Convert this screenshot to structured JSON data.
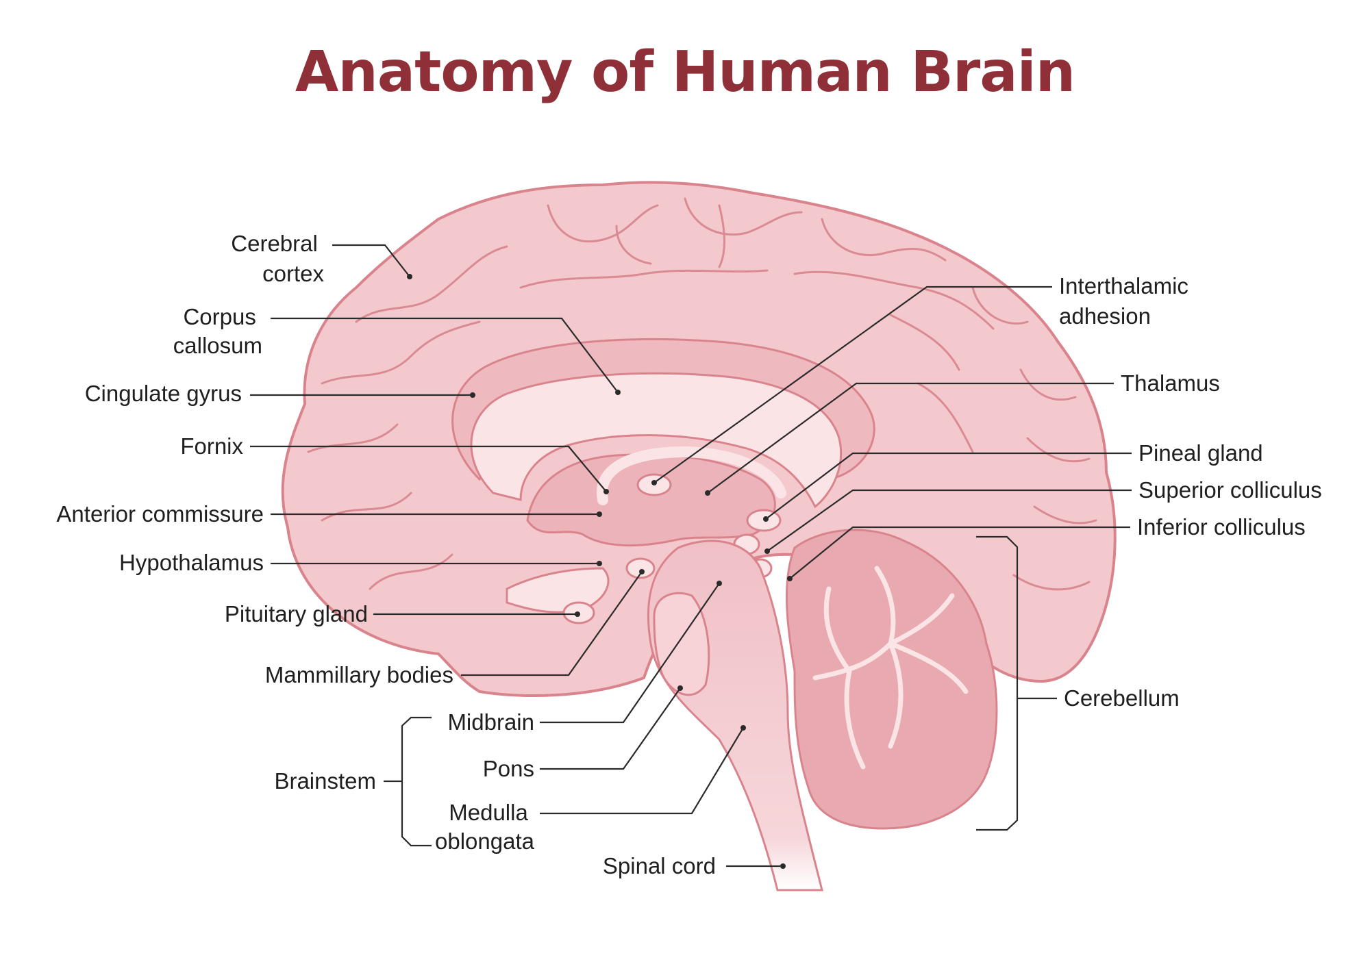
{
  "title": "Anatomy of Human Brain",
  "colors": {
    "title": "#8f3039",
    "brain_fill": "#f3c9cd",
    "brain_outline": "#d9848d",
    "pale": "#fbe4e6",
    "deep": "#e8a9b0"
  },
  "labels": {
    "cerebral_cortex": [
      "Cerebral",
      "cortex"
    ],
    "corpus_callosum": [
      "Corpus",
      "callosum"
    ],
    "cingulate_gyrus": "Cingulate gyrus",
    "fornix": "Fornix",
    "anterior_commissure": "Anterior commissure",
    "hypothalamus": "Hypothalamus",
    "pituitary_gland": "Pituitary gland",
    "mammillary_bodies": "Mammillary bodies",
    "brainstem": "Brainstem",
    "midbrain": "Midbrain",
    "pons": "Pons",
    "medulla_oblongata": [
      "Medulla",
      "oblongata"
    ],
    "spinal_cord": "Spinal cord",
    "interthalamic_adhesion": [
      "Interthalamic",
      "adhesion"
    ],
    "thalamus": "Thalamus",
    "pineal_gland": "Pineal gland",
    "superior_colliculus": "Superior colliculus",
    "inferior_colliculus": "Inferior colliculus",
    "cerebellum": "Cerebellum"
  }
}
